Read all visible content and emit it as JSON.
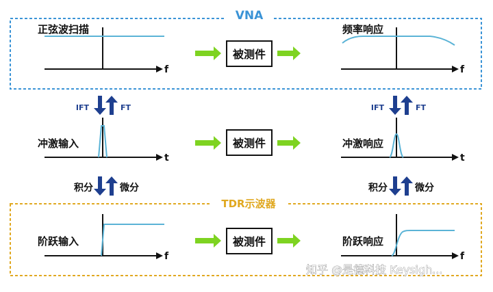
{
  "vna": {
    "title": "VNA"
  },
  "tdr": {
    "title": "TDR示波器"
  },
  "dut": {
    "label": "被测件"
  },
  "rows": [
    {
      "left_label": "正弦波扫描",
      "right_label": "频率响应",
      "axis": "f"
    },
    {
      "left_label": "冲激输入",
      "right_label": "冲激响应",
      "axis": "t"
    },
    {
      "left_label": "阶跃输入",
      "right_label": "阶跃响应",
      "axis": "f"
    }
  ],
  "transforms": [
    {
      "down": "IFT",
      "up": "FT"
    },
    {
      "down": "积分",
      "up": "微分"
    }
  ],
  "watermark": "知乎 @是德科技 Keysigh...",
  "colors": {
    "vna_border": "#3a93d6",
    "tdr_border": "#e0a820",
    "signal": "#5ab3d6",
    "flow_arrow": "#7ed321",
    "transform_arrow": "#1e3f8f"
  }
}
